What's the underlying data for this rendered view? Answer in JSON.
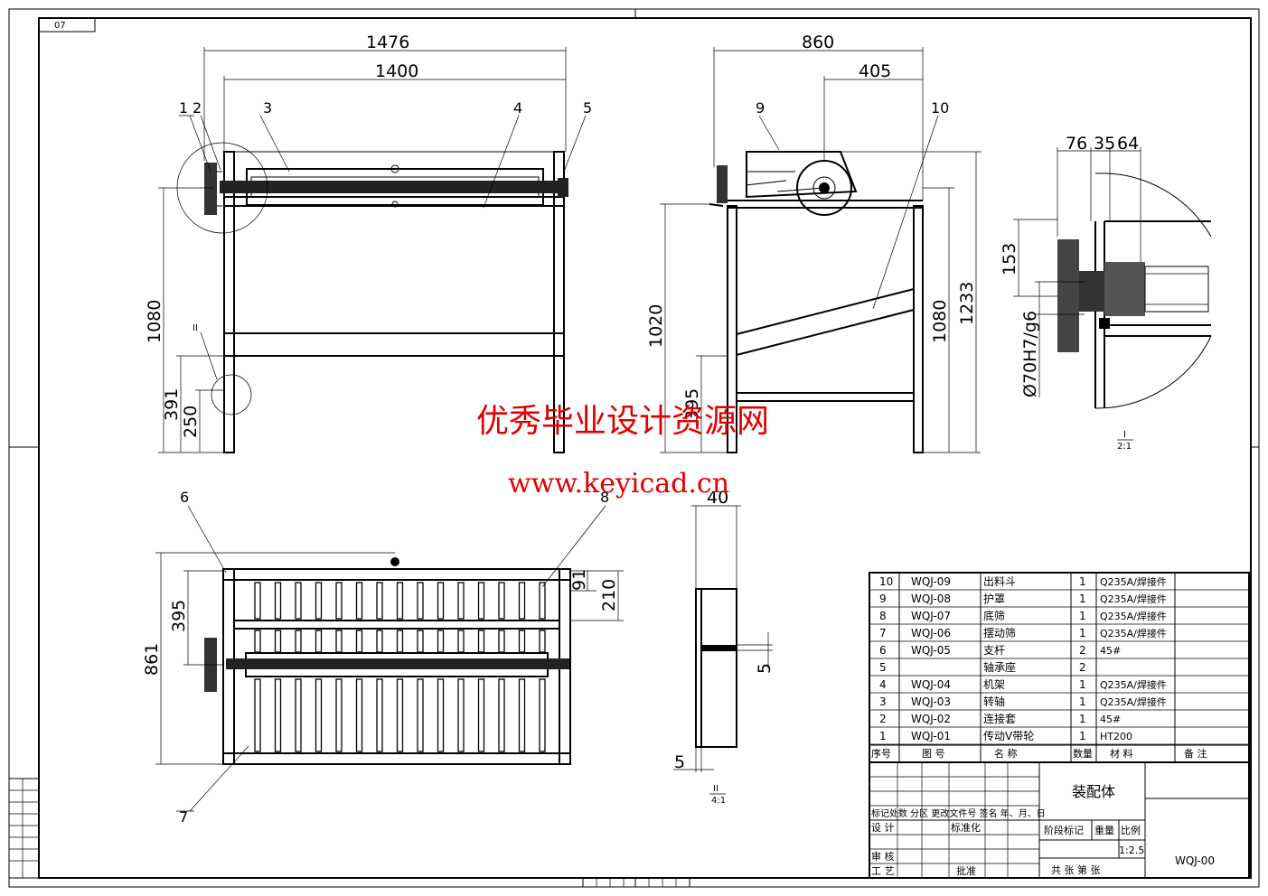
{
  "drawing": {
    "corner_tag": "07",
    "front_view": {
      "dims": {
        "overall_length": "1476",
        "inner_length": "1400",
        "height": "1080",
        "lower_height": "391",
        "foot_height": "250"
      },
      "labels": [
        "1",
        "2",
        "3",
        "4",
        "5"
      ],
      "detail_mark": "II"
    },
    "side_view": {
      "dims": {
        "overall_width": "860",
        "hub_offset": "405",
        "table_height": "1020",
        "frame_height": "1080",
        "total_height": "1233",
        "lower_height": "395"
      },
      "labels": [
        "9",
        "10"
      ]
    },
    "top_view": {
      "dims": {
        "depth": "861",
        "half_depth": "395",
        "spacing_a": "91",
        "spacing_b": "210"
      },
      "labels": [
        "6",
        "7",
        "8"
      ]
    },
    "detail_i": {
      "dims": {
        "d1": "76",
        "d2": "35",
        "d3": "64",
        "d4": "153",
        "fit": "Ø70H7/g6"
      },
      "caption_top": "I",
      "caption_bottom": "2:1"
    },
    "detail_ii": {
      "dims": {
        "width": "40",
        "thick1": "5",
        "thick2": "5"
      },
      "caption_top": "II",
      "caption_bottom": "4:1"
    }
  },
  "watermark": {
    "line1": "优秀毕业设计资源网",
    "line2": "www.keyicad.cn",
    "color": "#e00000"
  },
  "parts_list": {
    "rows": [
      {
        "no": "10",
        "code": "WQJ-09",
        "name": "出料斗",
        "qty": "1",
        "material": "Q235A/焊接件",
        "note": ""
      },
      {
        "no": "9",
        "code": "WQJ-08",
        "name": "护罩",
        "qty": "1",
        "material": "Q235A/焊接件",
        "note": ""
      },
      {
        "no": "8",
        "code": "WQJ-07",
        "name": "底筛",
        "qty": "1",
        "material": "Q235A/焊接件",
        "note": ""
      },
      {
        "no": "7",
        "code": "WQJ-06",
        "name": "摆动筛",
        "qty": "1",
        "material": "Q235A/焊接件",
        "note": ""
      },
      {
        "no": "6",
        "code": "WQJ-05",
        "name": "支杆",
        "qty": "2",
        "material": "45#",
        "note": ""
      },
      {
        "no": "5",
        "code": "",
        "name": "轴承座",
        "qty": "2",
        "material": "",
        "note": ""
      },
      {
        "no": "4",
        "code": "WQJ-04",
        "name": "机架",
        "qty": "1",
        "material": "Q235A/焊接件",
        "note": ""
      },
      {
        "no": "3",
        "code": "WQJ-03",
        "name": "转轴",
        "qty": "1",
        "material": "Q235A/焊接件",
        "note": ""
      },
      {
        "no": "2",
        "code": "WQJ-02",
        "name": "连接套",
        "qty": "1",
        "material": "45#",
        "note": ""
      },
      {
        "no": "1",
        "code": "WQJ-01",
        "name": "传动V带轮",
        "qty": "1",
        "material": "HT200",
        "note": ""
      }
    ],
    "headers": {
      "no": "序号",
      "code": "图  号",
      "name": "名  称",
      "qty": "数量",
      "material": "材  料",
      "note": "备  注"
    }
  },
  "title_block": {
    "title": "装配体",
    "drawing_no": "WQJ-00",
    "scale": "1:2.5",
    "revision_row": "标记处数  分区  更改文件号  签名  年、月、日",
    "design": "设 计",
    "standardize": "标准化",
    "review": "审 核",
    "process": "工 艺",
    "approve": "批准",
    "stage": "阶段标记",
    "weight": "重量",
    "ratio": "比例",
    "sheets": "共    张   第    张"
  }
}
